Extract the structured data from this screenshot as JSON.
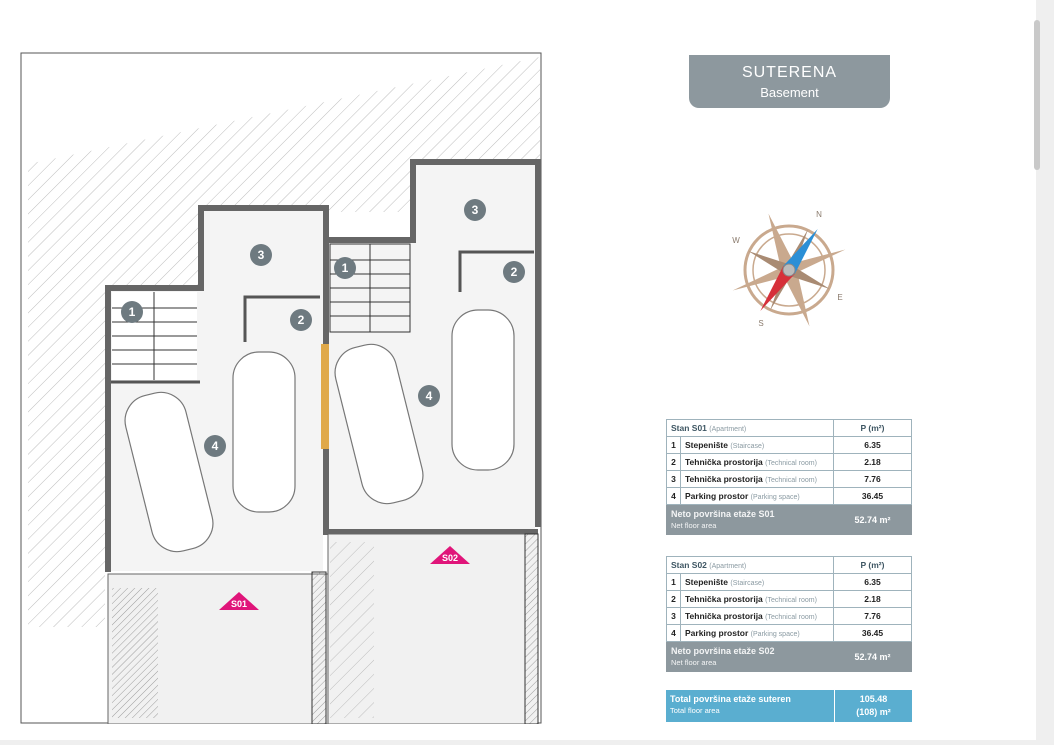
{
  "header": {
    "title": "SUTERENA",
    "subtitle": "Basement"
  },
  "compass": {
    "n": "N",
    "e": "E",
    "s": "S",
    "w": "W"
  },
  "plan_labels": {
    "r1": "1",
    "r2": "2",
    "r3": "3",
    "r4": "4",
    "unit1": "S01",
    "unit2": "S02"
  },
  "table_s01": {
    "title": "Stan S01",
    "title_en": "(Apartment)",
    "area_header": "P (m²)",
    "rows": [
      {
        "num": "1",
        "name": "Stepenište",
        "en": "(Staircase)",
        "val": "6.35"
      },
      {
        "num": "2",
        "name": "Tehnička prostorija",
        "en": "(Technical room)",
        "val": "2.18"
      },
      {
        "num": "3",
        "name": "Tehnička prostorija",
        "en": "(Technical room)",
        "val": "7.76"
      },
      {
        "num": "4",
        "name": "Parking prostor",
        "en": "(Parking space)",
        "val": "36.45"
      }
    ],
    "total_label": "Neto površina etaže S01",
    "total_en": "Net floor area",
    "total_val": "52.74 m²"
  },
  "table_s02": {
    "title": "Stan S02",
    "title_en": "(Apartment)",
    "area_header": "P (m²)",
    "rows": [
      {
        "num": "1",
        "name": "Stepenište",
        "en": "(Staircase)",
        "val": "6.35"
      },
      {
        "num": "2",
        "name": "Tehnička prostorija",
        "en": "(Technical room)",
        "val": "2.18"
      },
      {
        "num": "3",
        "name": "Tehnička prostorija",
        "en": "(Technical room)",
        "val": "7.76"
      },
      {
        "num": "4",
        "name": "Parking prostor",
        "en": "(Parking space)",
        "val": "36.45"
      }
    ],
    "total_label": "Neto površina etaže S02",
    "total_en": "Net floor area",
    "total_val": "52.74 m²"
  },
  "grand_total": {
    "label": "Total površina etaže suteren",
    "en": "Total floor area",
    "val1": "105.48",
    "val2": "(108) m²"
  },
  "colors": {
    "accent": "#8d989e",
    "blue": "#5aaed0",
    "magenta": "#e0157a"
  }
}
